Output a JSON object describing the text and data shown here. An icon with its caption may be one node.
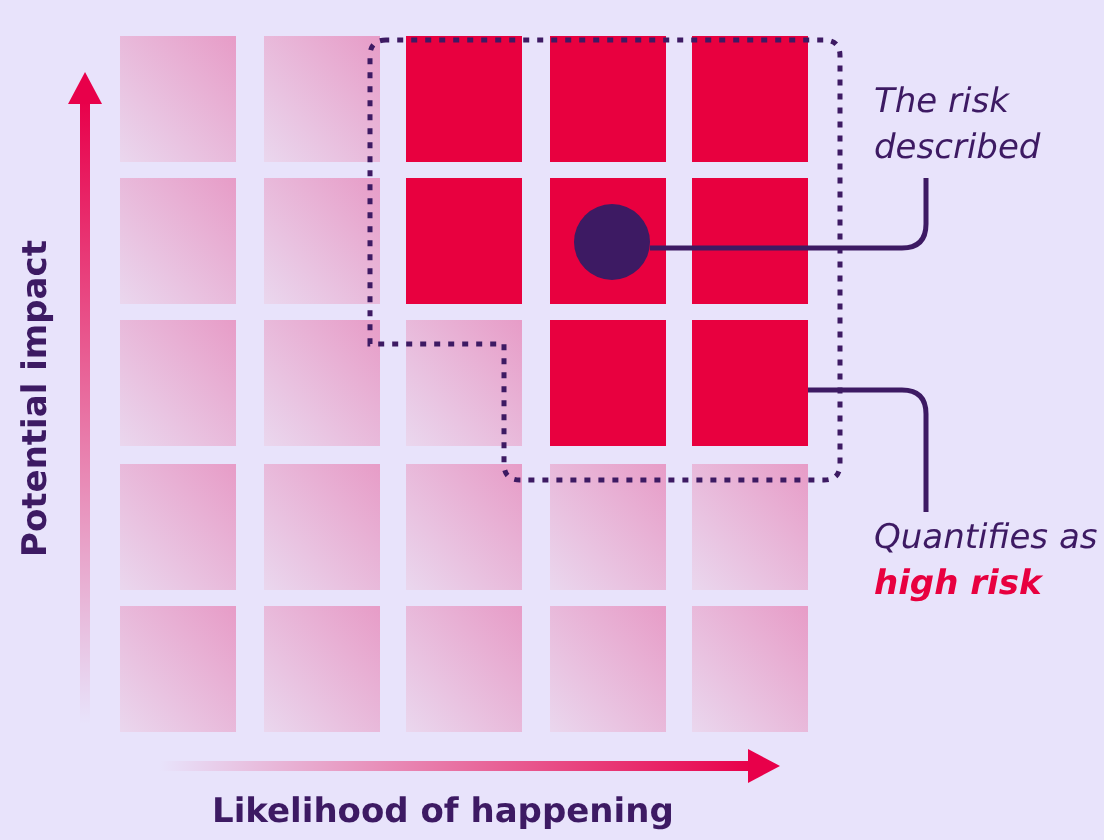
{
  "diagram": {
    "nodes": [
      {
        "text": [
          "The risk described"
        ]
      },
      {
        "text": [],
        "shape": "circle"
      },
      {
        "text": [
          "Quantifies as **high risk**"
        ]
      },
      {
        "text": [],
        "shape": "box"
      }
    ],
    "edges": [
      {
        "from": 0,
        "to": 1,
        "arrow": "none"
      },
      {
        "from": 2,
        "to": 3,
        "arrow": "none"
      }
    ],
    "labels": [
      "Potential impact",
      "Likelihood of happening"
    ]
  }
}
